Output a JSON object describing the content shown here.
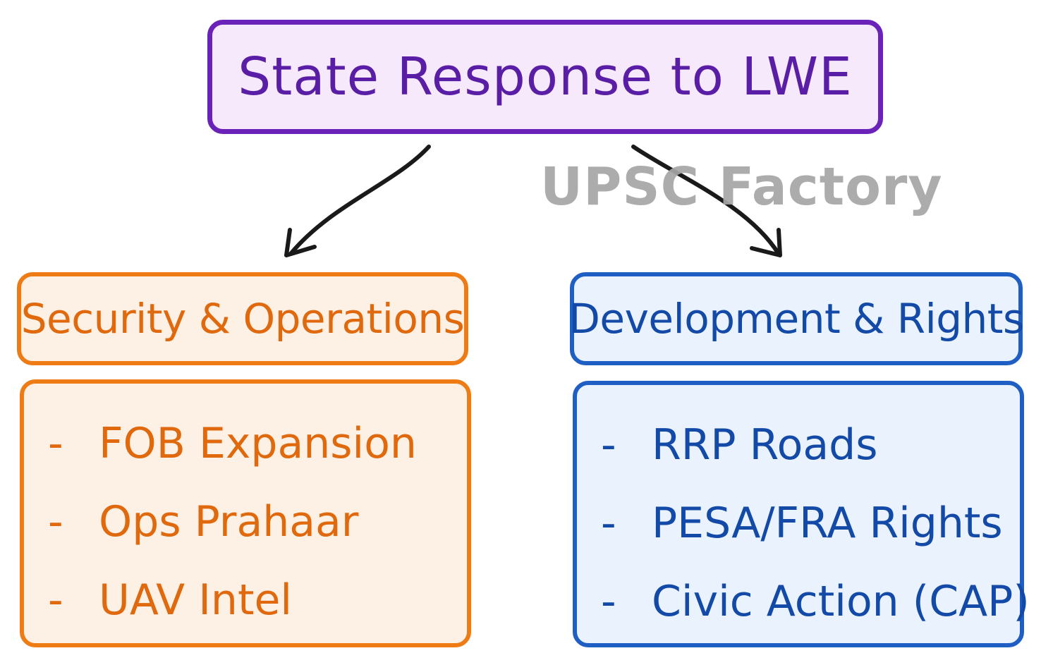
{
  "title": "State Response to LWE",
  "watermark": "UPSC Factory",
  "left": {
    "heading": "Security & Operations",
    "items": [
      "FOB Expansion",
      "Ops Prahaar",
      "UAV Intel"
    ]
  },
  "right": {
    "heading": "Development & Rights",
    "items": [
      "RRP Roads",
      "PESA/FRA Rights",
      "Civic Action (CAP)"
    ]
  },
  "bullet": "-",
  "colors": {
    "title_border": "#6a22b8",
    "title_fill": "#f5e9fb",
    "left_border": "#ef7b14",
    "left_fill": "#fdf1e6",
    "right_border": "#1f5fc4",
    "right_fill": "#e9f2fd",
    "arrow": "#1a1a1a",
    "watermark": "#a6a6a6"
  }
}
